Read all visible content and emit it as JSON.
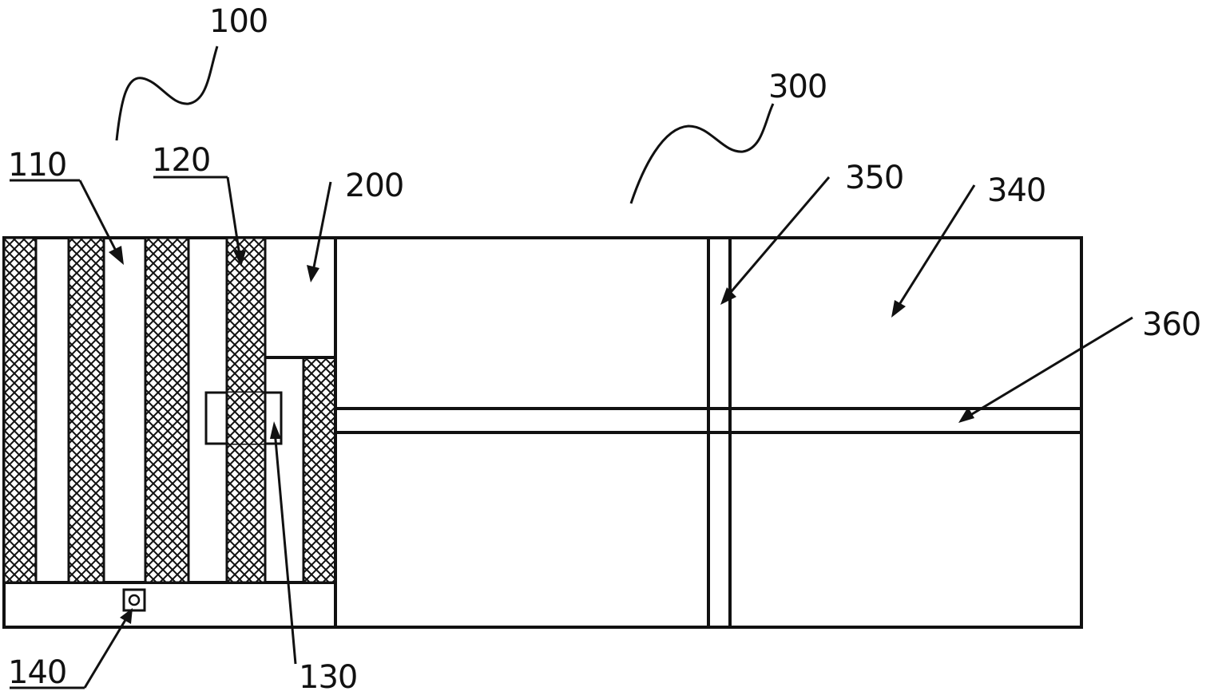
{
  "labels": {
    "l100": "100",
    "l110": "110",
    "l120": "120",
    "l130": "130",
    "l140": "140",
    "l200": "200",
    "l300": "300",
    "l340": "340",
    "l350": "350",
    "l360": "360"
  },
  "colors": {
    "ink": "#111111",
    "background": "#ffffff"
  }
}
